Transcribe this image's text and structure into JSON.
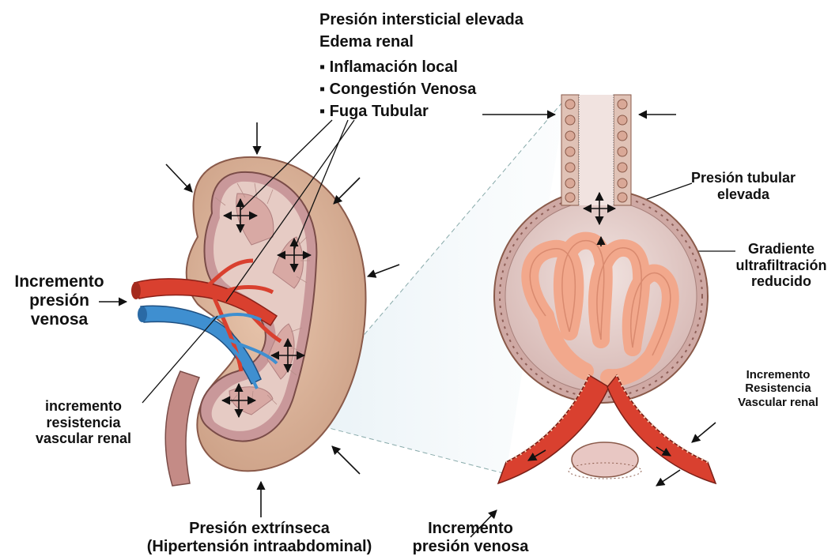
{
  "colors": {
    "kidney_outer": "#dcb49a",
    "kidney_inner": "#caa194",
    "medulla": "#e8cfc6",
    "artery": "#d9402f",
    "vein": "#3f8fd0",
    "tubule_pink": "#f2a88c",
    "capsule": "#e2c8c4",
    "arrow": "#111111"
  },
  "header": {
    "line1": "Presión intersticial elevada",
    "line2": "Edema renal",
    "bullets": [
      "Inflamación local",
      "Congestión Venosa",
      "Fuga Tubular"
    ]
  },
  "labels": {
    "left_venous": [
      "Incremento",
      "presión",
      "venosa"
    ],
    "left_resistance": [
      "incremento",
      "resistencia",
      "vascular renal"
    ],
    "bottom_extrinsic": [
      "Presión extrínseca",
      "(Hipertensión intraabdominal)"
    ],
    "bottom_venous": [
      "Incremento",
      "presión venosa"
    ],
    "tubular": [
      "Presión tubular",
      "elevada"
    ],
    "gradient": [
      "Gradiente",
      "ultrafiltración",
      "reducido"
    ],
    "right_resistance": [
      "Incremento",
      "Resistencia",
      "Vascular renal"
    ]
  }
}
